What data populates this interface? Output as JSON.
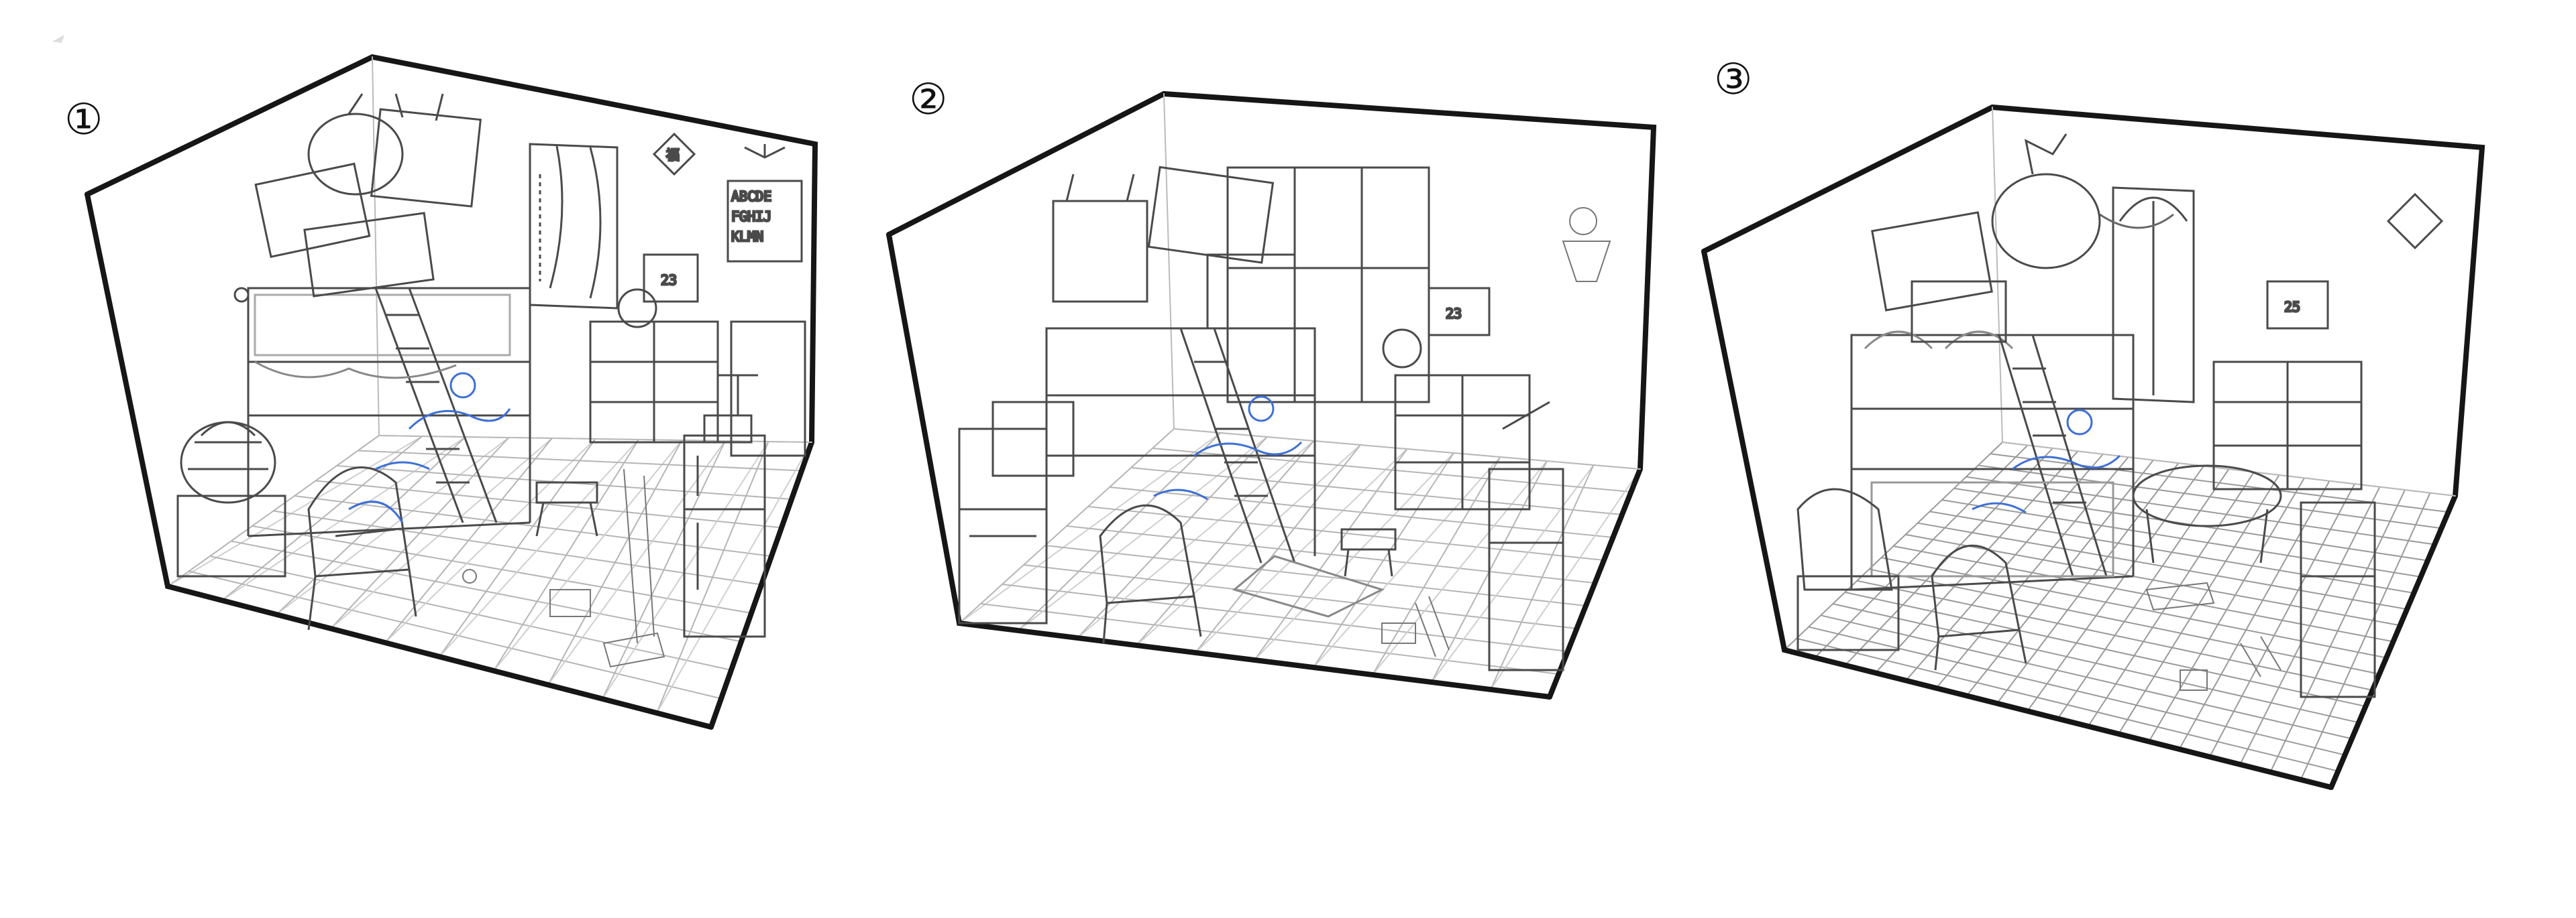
{
  "rooms": [
    {
      "label": "①",
      "floor": "diamond",
      "poster": [
        "ABCDE",
        "FGHIJ",
        "KLMN"
      ],
      "sign": "福",
      "calendar": "23"
    },
    {
      "label": "②",
      "floor": "diamond",
      "poster": [],
      "sign": "",
      "calendar": "23"
    },
    {
      "label": "③",
      "floor": "grid",
      "poster": [],
      "sign": "",
      "calendar": "25"
    }
  ],
  "colors": {
    "ink": "#161616",
    "line": "#4a4a4a",
    "light": "#a8a8a8",
    "accent": "#3d6fd6"
  }
}
